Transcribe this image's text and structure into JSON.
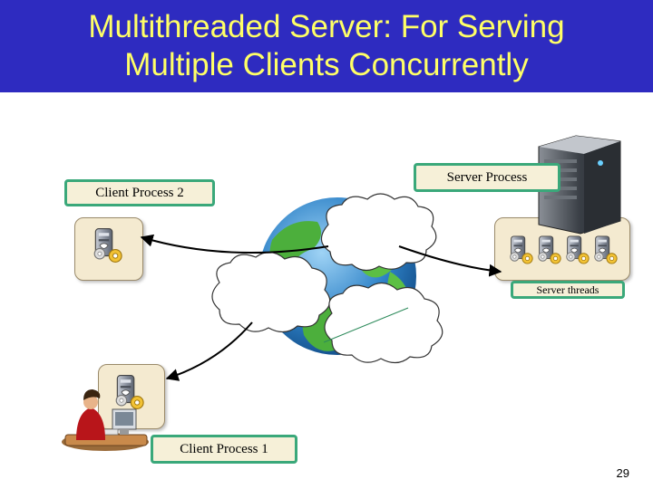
{
  "title": {
    "line1": "Multithreaded Server: For Serving",
    "line2": "Multiple Clients Concurrently"
  },
  "labels": {
    "client2": "Client Process 2",
    "server": "Server Process",
    "threads": "Server threads",
    "client1": "Client Process 1"
  },
  "page_number": "29",
  "colors": {
    "title_bg": "#2e2bc0",
    "title_text": "#ffff66",
    "label_border": "#3aa87a",
    "label_bg": "#f6f0d8",
    "panel_bg": "#f4ead0"
  },
  "icons": [
    "process-gear-icon",
    "server-tower-icon",
    "globe-icon",
    "cloud-icon",
    "person-at-computer-icon"
  ]
}
